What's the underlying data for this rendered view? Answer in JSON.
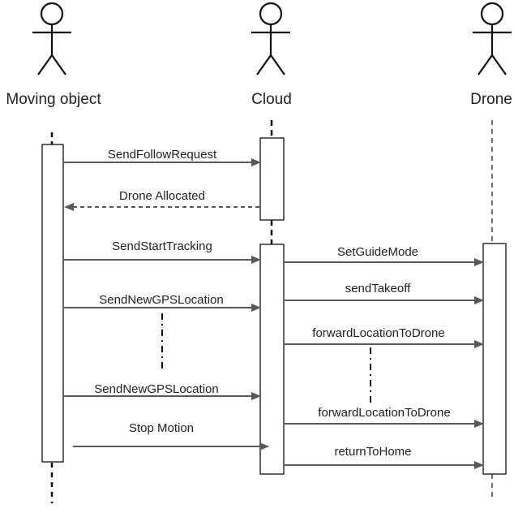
{
  "actors": {
    "moving_object": "Moving object",
    "cloud": "Cloud",
    "drone": "Drone"
  },
  "messages": {
    "send_follow_request": "SendFollowRequest",
    "drone_allocated": "Drone Allocated",
    "send_start_tracking": "SendStartTracking",
    "send_new_gps_location_1": "SendNewGPSLocation",
    "send_new_gps_location_2": "SendNewGPSLocation",
    "stop_motion": "Stop Motion",
    "set_guide_mode": "SetGuideMode",
    "send_takeoff": "sendTakeoff",
    "forward_location_to_drone_1": "forwardLocationToDrone",
    "forward_location_to_drone_2": "forwardLocationToDrone",
    "return_to_home": "returnToHome"
  },
  "colors": {
    "line": "#111111",
    "arrow": "#555a5e"
  }
}
